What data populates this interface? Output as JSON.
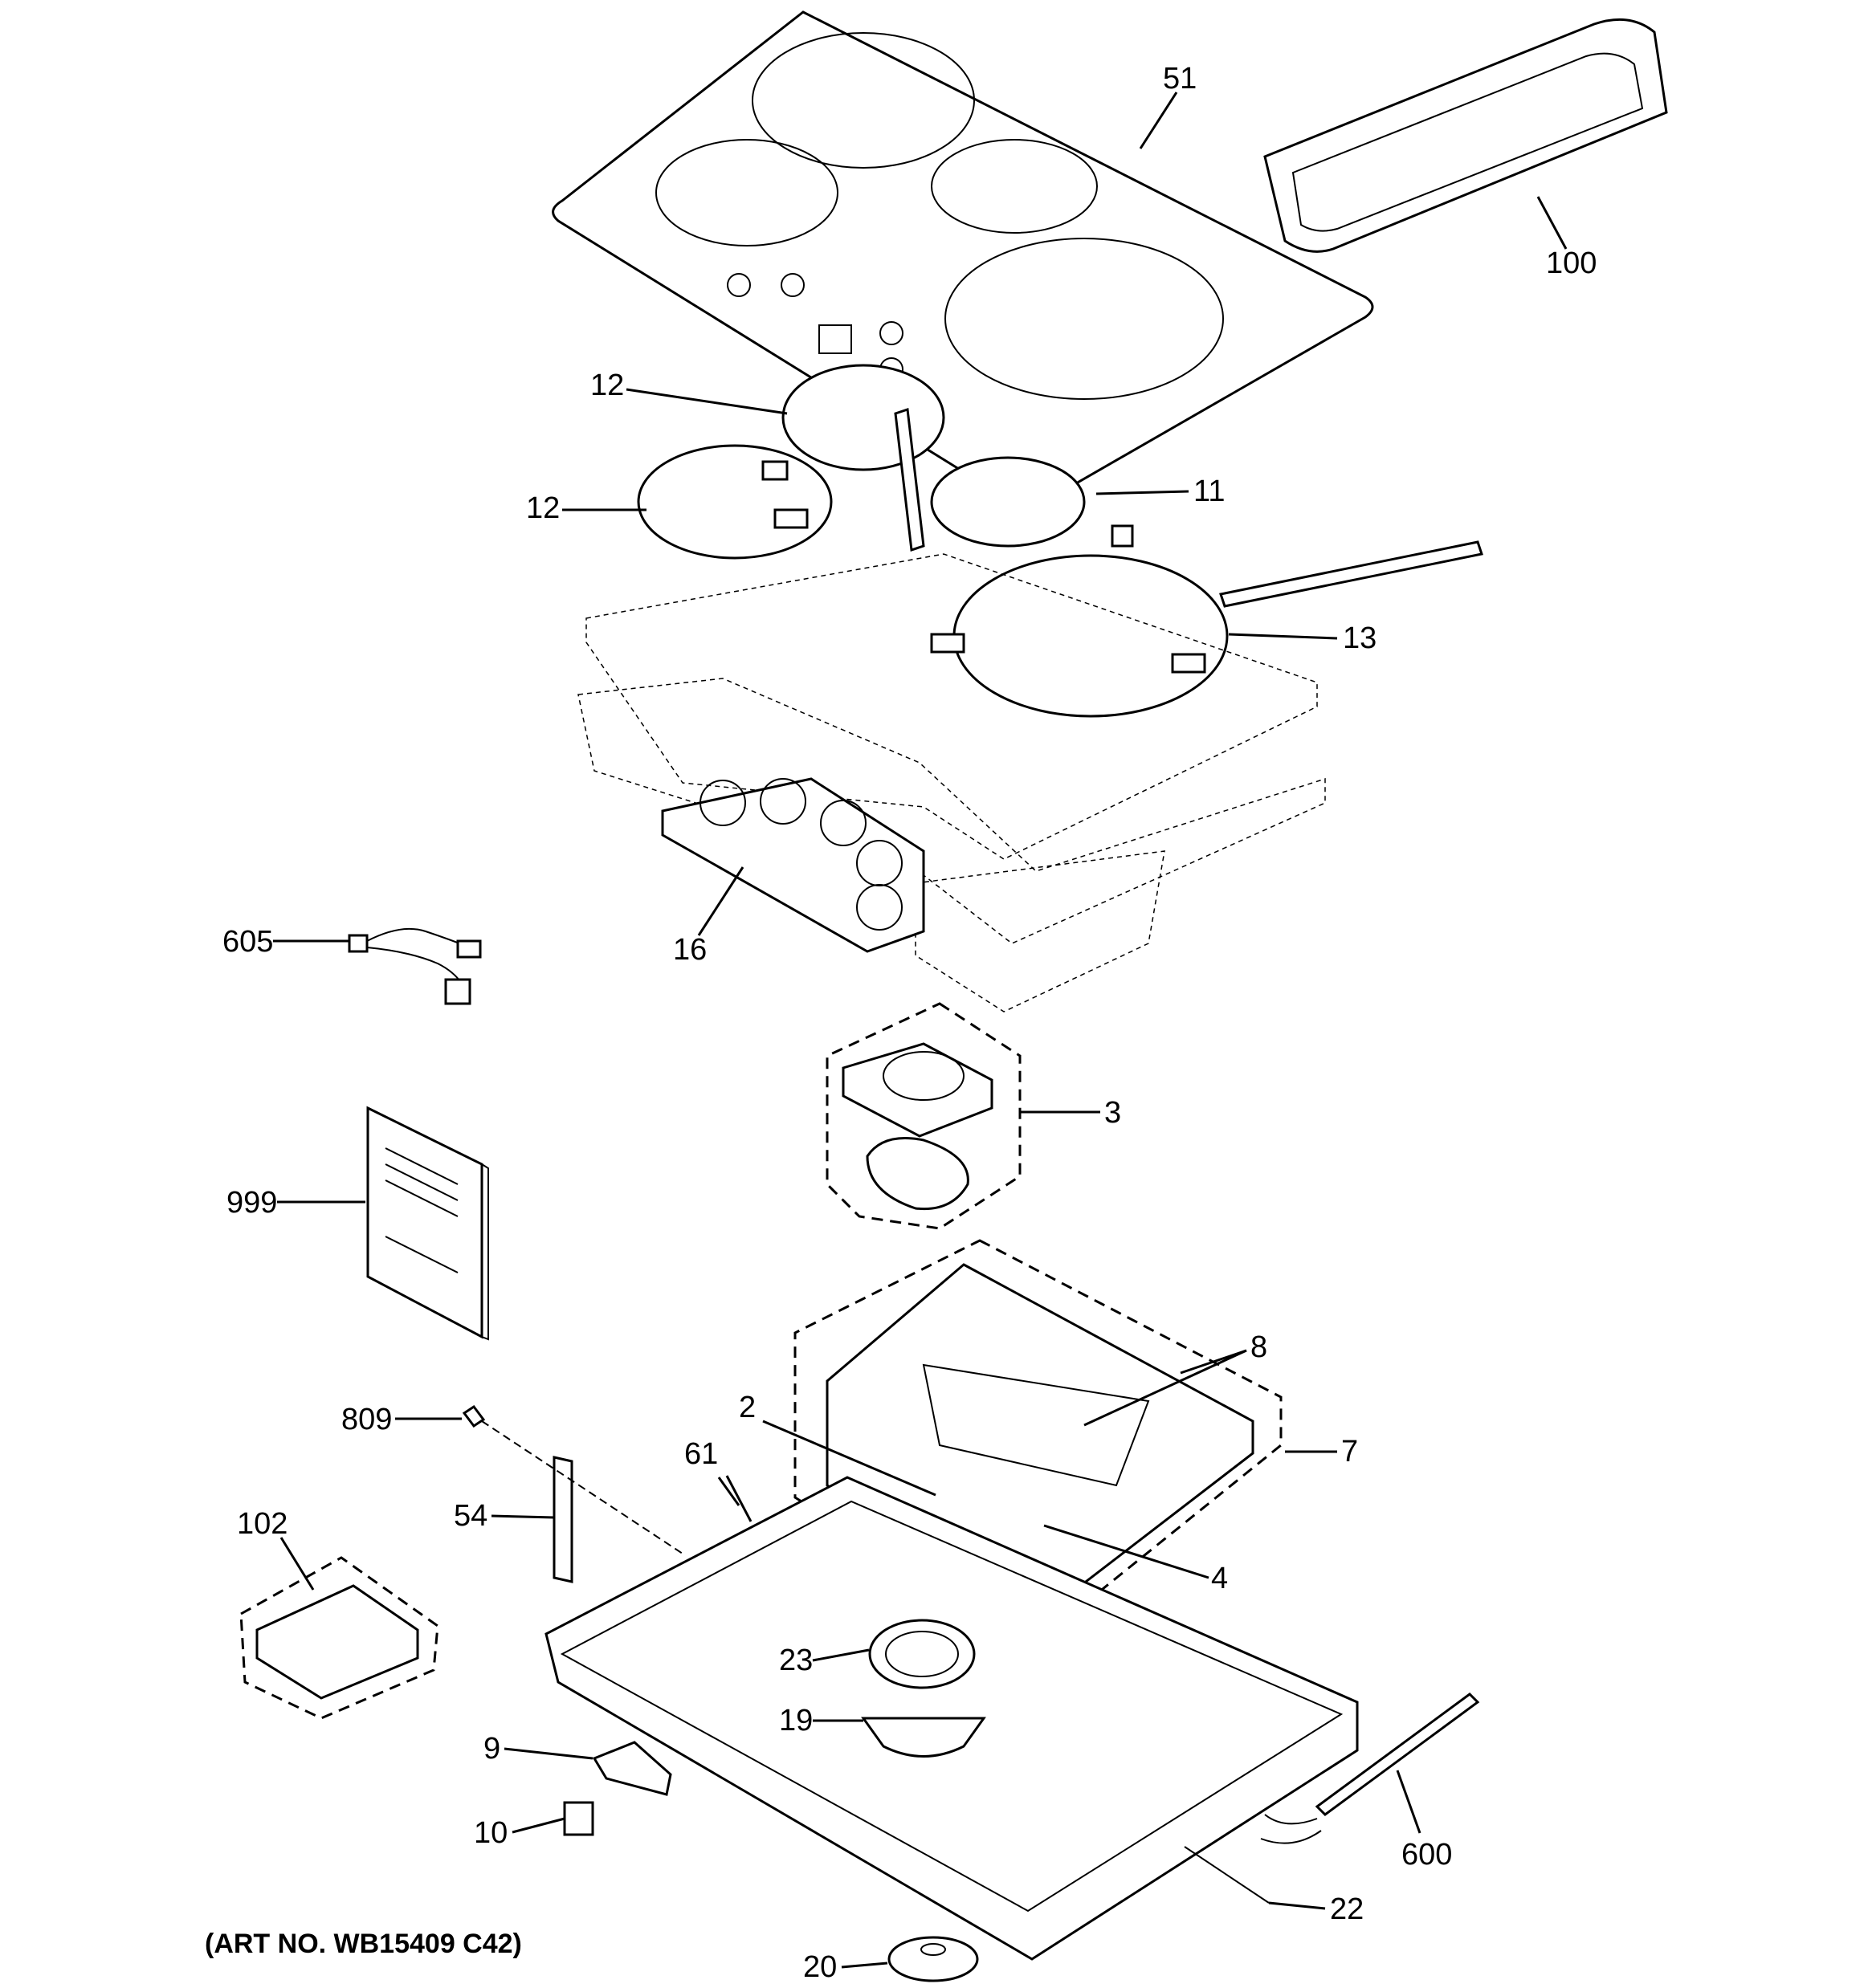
{
  "art_number": "(ART NO. WB15409 C42)",
  "callouts": [
    {
      "id": "51",
      "label": "51"
    },
    {
      "id": "100",
      "label": "100"
    },
    {
      "id": "12a",
      "label": "12"
    },
    {
      "id": "12b",
      "label": "12"
    },
    {
      "id": "11",
      "label": "11"
    },
    {
      "id": "13",
      "label": "13"
    },
    {
      "id": "16",
      "label": "16"
    },
    {
      "id": "605",
      "label": "605"
    },
    {
      "id": "3",
      "label": "3"
    },
    {
      "id": "999",
      "label": "999"
    },
    {
      "id": "8",
      "label": "8"
    },
    {
      "id": "7",
      "label": "7"
    },
    {
      "id": "2",
      "label": "2"
    },
    {
      "id": "809",
      "label": "809"
    },
    {
      "id": "61",
      "label": "61"
    },
    {
      "id": "54",
      "label": "54"
    },
    {
      "id": "102",
      "label": "102"
    },
    {
      "id": "4",
      "label": "4"
    },
    {
      "id": "23",
      "label": "23"
    },
    {
      "id": "19",
      "label": "19"
    },
    {
      "id": "9",
      "label": "9"
    },
    {
      "id": "10",
      "label": "10"
    },
    {
      "id": "600",
      "label": "600"
    },
    {
      "id": "22",
      "label": "22"
    },
    {
      "id": "20",
      "label": "20"
    }
  ]
}
